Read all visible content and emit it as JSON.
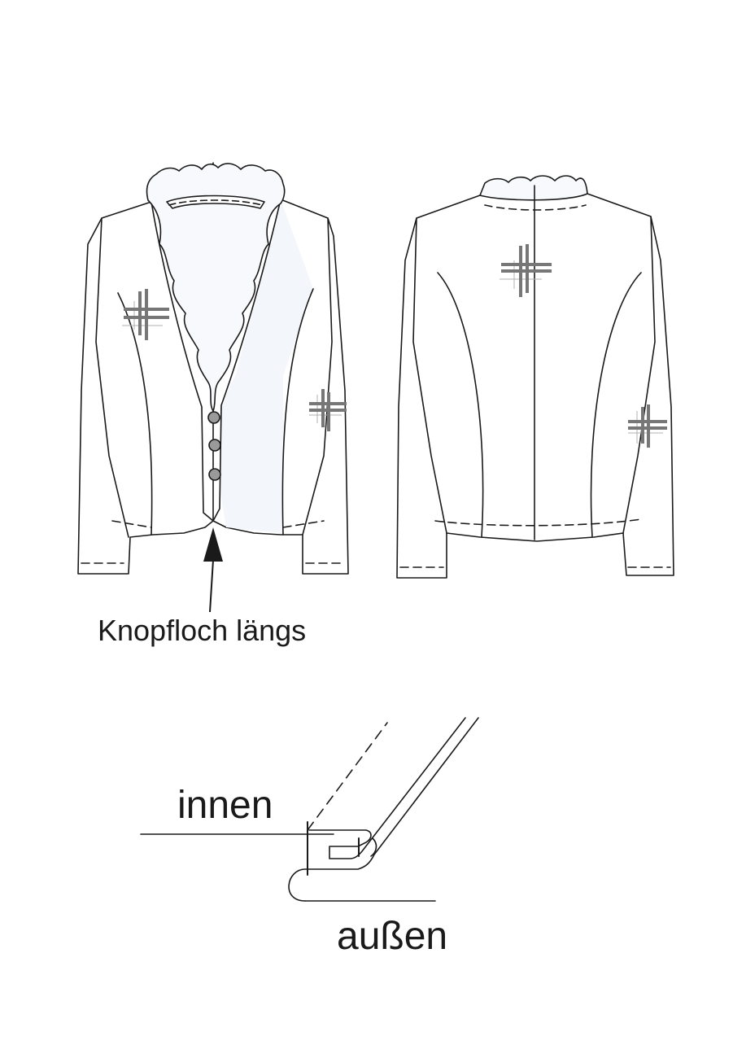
{
  "labels": {
    "buttonhole": "Knopfloch längs",
    "inside": "innen",
    "outside": "außen"
  },
  "colors": {
    "line": "#1a1a1a",
    "grain_mark": "#777777",
    "grain_mark_light": "#b0b0b0",
    "panel_tint": "#f3f6fb",
    "button": "#9a9a9a"
  }
}
